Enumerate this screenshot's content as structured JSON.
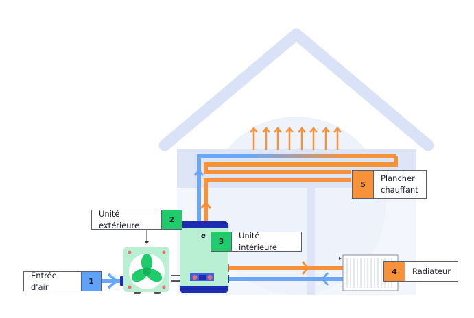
{
  "labels": {
    "air_intake": {
      "number": "1",
      "text": "Entrée d'air",
      "color": "#5ea3f8"
    },
    "outdoor_unit": {
      "number": "2",
      "text": "Unité extérieure",
      "color": "#1fcb6b"
    },
    "indoor_unit": {
      "number": "3",
      "text": "Unité intérieure",
      "color": "#1fcb6b"
    },
    "radiator": {
      "number": "4",
      "text": "Radiateur",
      "color": "#f7923a"
    },
    "floor_heating": {
      "number": "5",
      "text_line1": "Plancher",
      "text_line2": "chauffant",
      "color": "#f7923a"
    }
  },
  "indoor_unit_logo": "e",
  "colors": {
    "hot": "#f7923a",
    "cold": "#6aa8f7",
    "house": "#d9e2f7",
    "unit_body": "#b9f0d3",
    "unit_cap": "#1e2db0"
  }
}
